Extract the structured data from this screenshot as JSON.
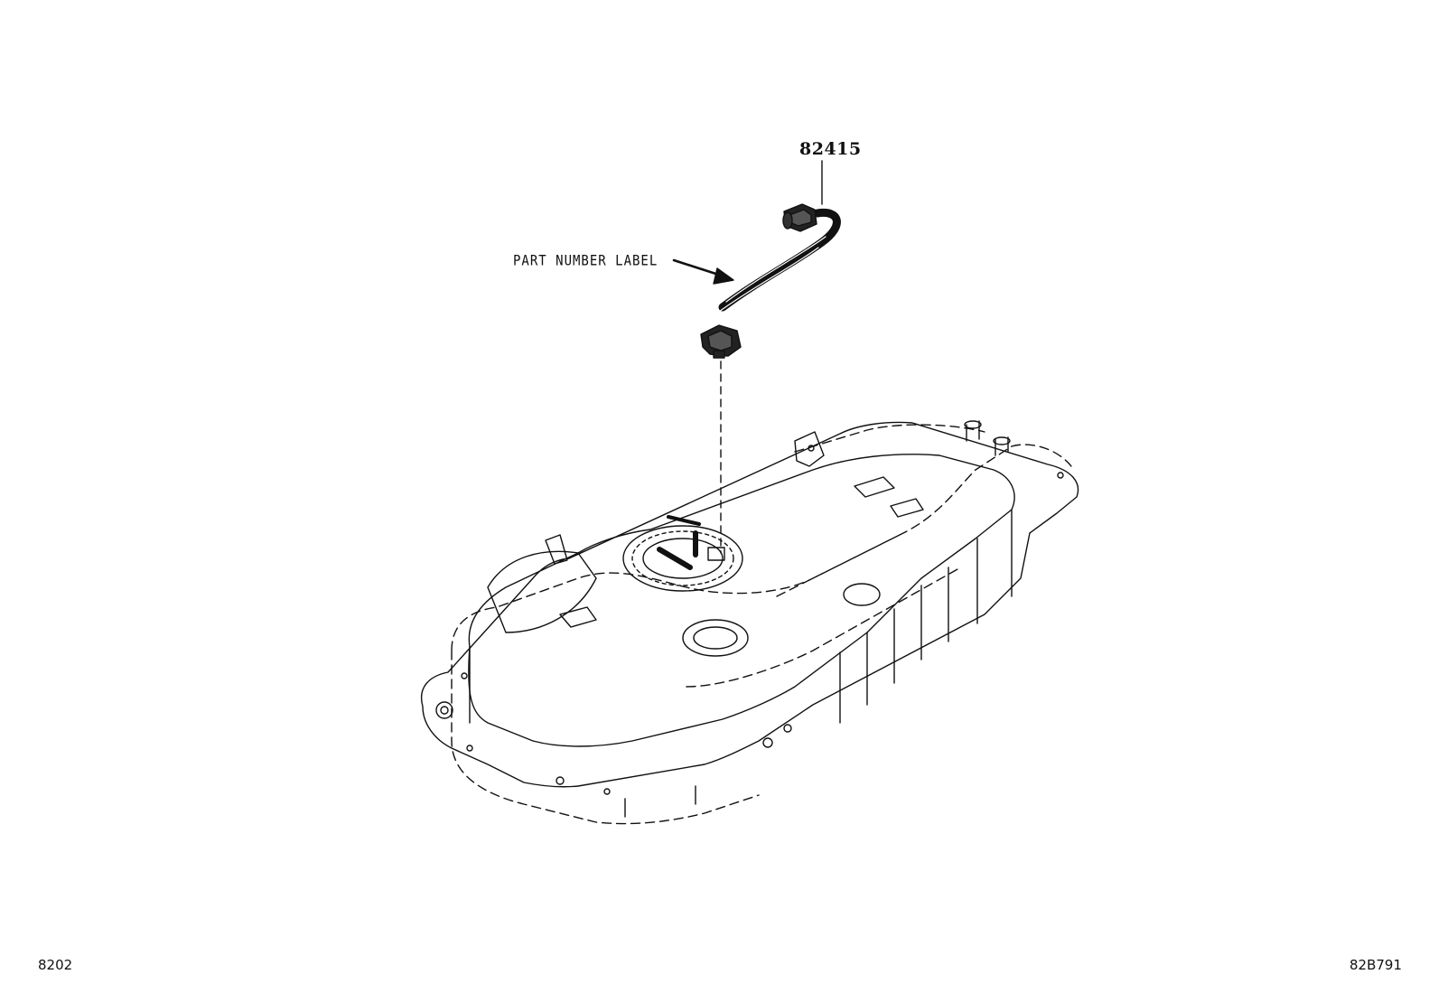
{
  "labels": {
    "part_number": "82415",
    "part_number_callout": "PART NUMBER LABEL",
    "page_code_left": "8202",
    "page_code_right": "82B791"
  },
  "colors": {
    "ink": "#111111",
    "background": "#ffffff"
  }
}
